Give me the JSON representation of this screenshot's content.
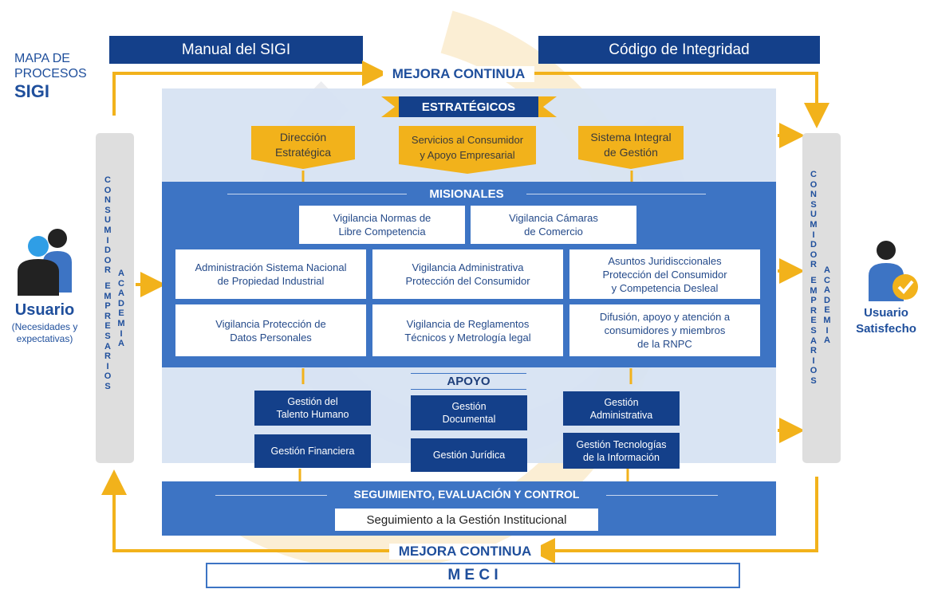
{
  "map_label": {
    "line1": "MAPA DE",
    "line2": "PROCESOS",
    "line3": "SIGI"
  },
  "header": {
    "left": "Manual del SIGI",
    "right": "Código de Integridad"
  },
  "top_loop_label": "MEJORA CONTINUA",
  "bottom_loop_label": "MEJORA CONTINUA",
  "footer_label": "M E C I",
  "left_user": {
    "title": "Usuario",
    "subtitle_line1": "(Necesidades y",
    "subtitle_line2": "expectativas)"
  },
  "right_user": {
    "title_line1": "Usuario",
    "title_line2": "Satisfecho"
  },
  "side_columns": {
    "left_outer": "CONSUMIDOR EMPRESARIOS",
    "left_inner": "ACADEMIA",
    "right_outer": "CONSUMIDOR EMPRESARIOS",
    "right_inner": "ACADEMIA"
  },
  "estrategicos": {
    "title": "ESTRATÉGICOS",
    "items": [
      {
        "line1": "Dirección",
        "line2": "Estratégica"
      },
      {
        "line1": "Servicios al Consumidor",
        "line2": "y Apoyo Empresarial"
      },
      {
        "line1": "Sistema Integral",
        "line2": "de Gestión"
      }
    ]
  },
  "misionales": {
    "title": "MISIONALES",
    "top_row": [
      {
        "line1": "Vigilancia Normas de",
        "line2": "Libre Competencia"
      },
      {
        "line1": "Vigilancia Cámaras",
        "line2": "de Comercio"
      }
    ],
    "mid_row": [
      {
        "line1": "Administración Sistema Nacional",
        "line2": "de Propiedad Industrial"
      },
      {
        "line1": "Vigilancia Administrativa",
        "line2": "Protección del Consumidor"
      },
      {
        "line1": "Asuntos Juridisccionales",
        "line2": "Protección del Consumidor",
        "line3": "y Competencia Desleal"
      }
    ],
    "bottom_row": [
      {
        "line1": "Vigilancia Protección de",
        "line2": "Datos Personales"
      },
      {
        "line1": "Vigilancia de Reglamentos",
        "line2": "Técnicos y Metrología legal"
      },
      {
        "line1": "Difusión, apoyo y atención a",
        "line2": "consumidores y miembros",
        "line3": "de la RNPC"
      }
    ]
  },
  "apoyo": {
    "title": "APOYO",
    "items": [
      {
        "line1": "Gestión del",
        "line2": "Talento Humano"
      },
      {
        "line1": "Gestión Financiera"
      },
      {
        "line1": "Gestión",
        "line2": "Documental"
      },
      {
        "line1": "Gestión Jurídica"
      },
      {
        "line1": "Gestión",
        "line2": "Administrativa"
      },
      {
        "line1": "Gestión Tecnologías",
        "line2": "de la Información"
      }
    ]
  },
  "seguimiento": {
    "title": "SEGUIMIENTO, EVALUACIÓN Y CONTROL",
    "box": "Seguimiento a la Gestión Institucional"
  },
  "colors": {
    "navy": "#14408a",
    "blue": "#3d74c4",
    "light_blue": "#d7e3f2",
    "gold": "#f2b21b",
    "gray": "#dedede"
  }
}
